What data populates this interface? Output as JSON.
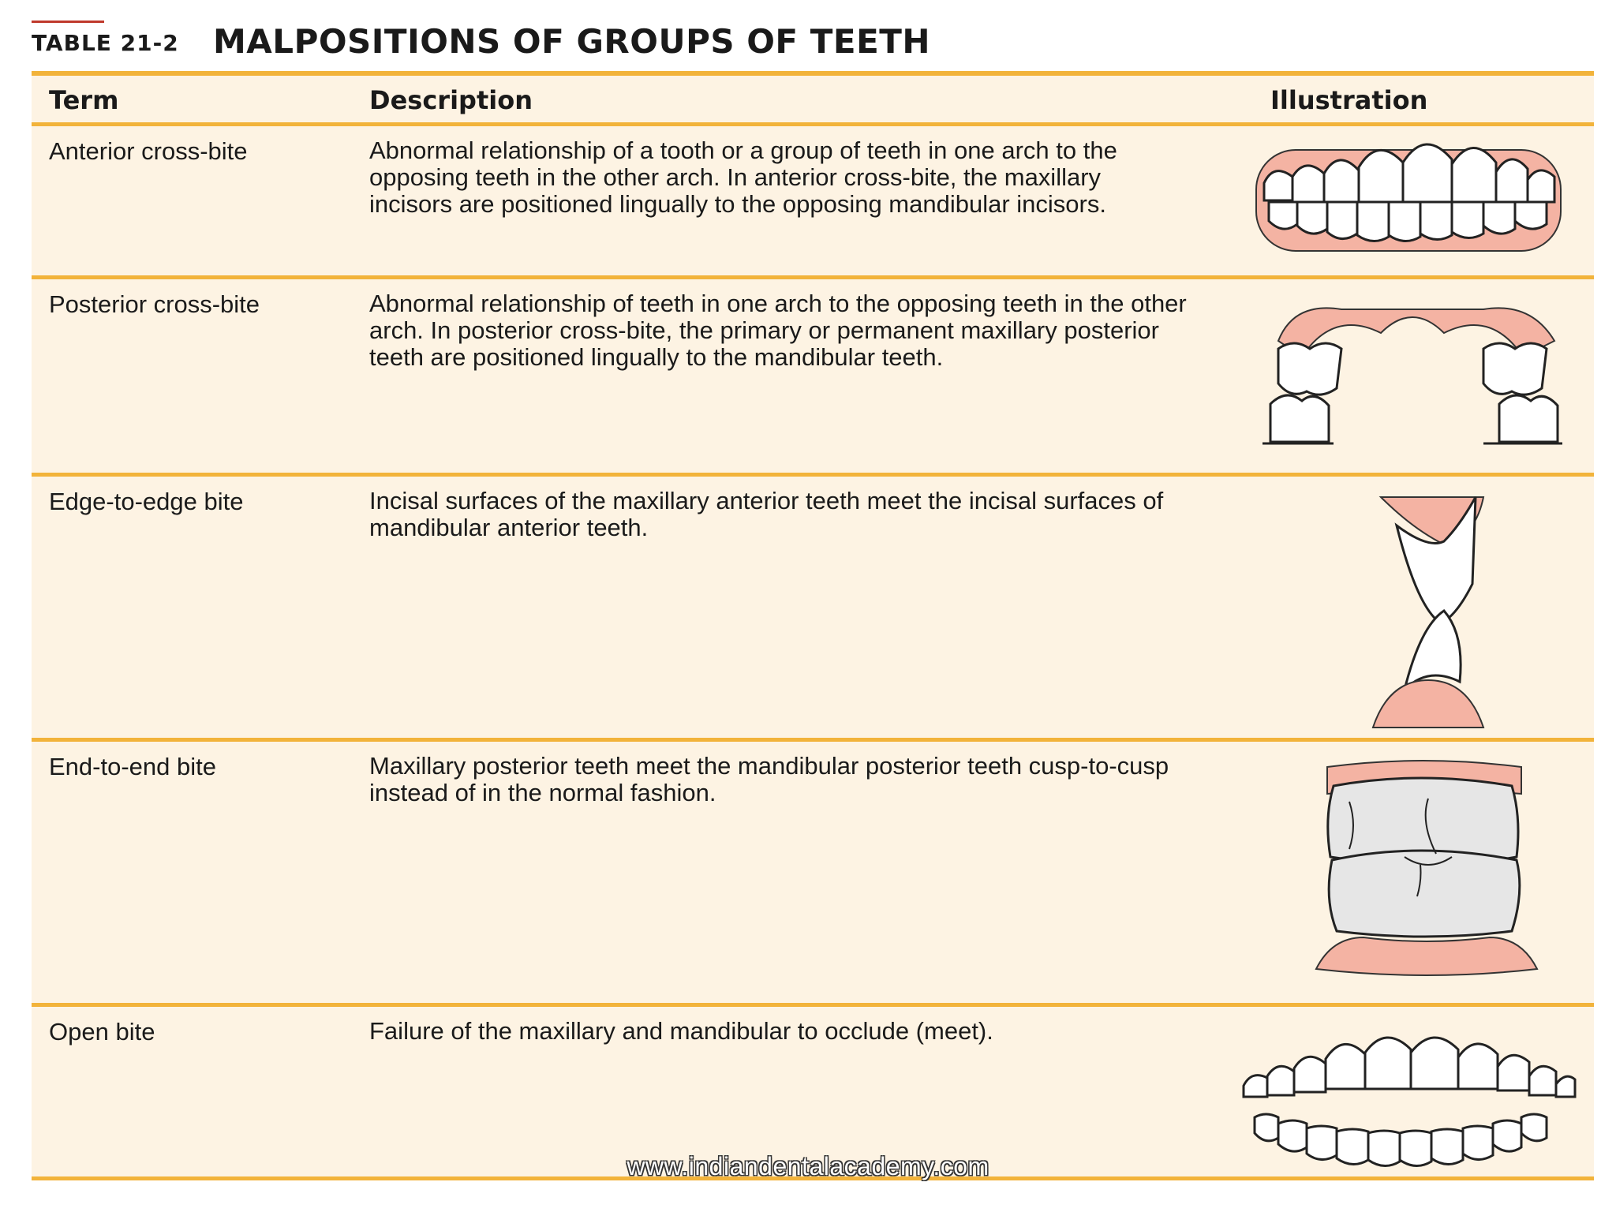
{
  "table_number": "TABLE 21-2",
  "table_title": "MALPOSITIONS OF GROUPS OF TEETH",
  "headers": {
    "term": "Term",
    "description": "Description",
    "illustration": "Illustration"
  },
  "rows": [
    {
      "term": "Anterior cross-bite",
      "description": "Abnormal relationship of a tooth or a group of teeth in one arch to the opposing teeth in the other arch. In anterior cross-bite, the maxillary incisors are positioned lingually to the opposing mandibular incisors.",
      "illustration_icon": "anterior-crossbite-teeth-illustration"
    },
    {
      "term": "Posterior cross-bite",
      "description": "Abnormal relationship of teeth in one arch to the opposing teeth in the other arch. In posterior cross-bite, the primary or permanent maxillary posterior teeth are positioned lingually to the mandibular teeth.",
      "illustration_icon": "posterior-crossbite-teeth-illustration"
    },
    {
      "term": "Edge-to-edge bite",
      "description": "Incisal surfaces of the maxillary anterior teeth meet the incisal surfaces of mandibular anterior teeth.",
      "illustration_icon": "edge-to-edge-bite-illustration"
    },
    {
      "term": "End-to-end bite",
      "description": "Maxillary posterior teeth meet the mandibular posterior teeth cusp-to-cusp instead of in the normal fashion.",
      "illustration_icon": "end-to-end-bite-illustration"
    },
    {
      "term": "Open bite",
      "description": "Failure of the maxillary and mandibular to occlude (meet).",
      "illustration_icon": "open-bite-teeth-illustration"
    }
  ],
  "colors": {
    "row_background": "#fdf3e3",
    "rule": "#f2b33a",
    "gum": "#f4b3a3",
    "tooth": "#ffffff"
  },
  "watermark": "www.indiandentalacademy.com"
}
